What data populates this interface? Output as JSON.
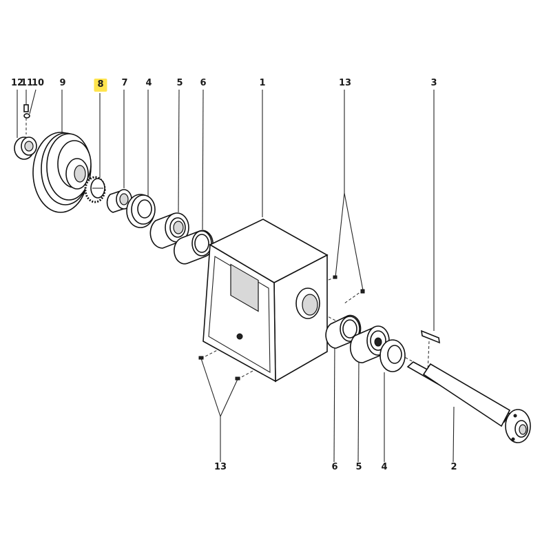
{
  "diagram": {
    "type": "exploded-parts-diagram",
    "subject": "gearbox housing assembly with pulley, gear, bearings and shaft",
    "highlight_color": "#ffe44d",
    "highlighted_label": "8",
    "callouts": [
      {
        "id": "12",
        "label": "12",
        "part": "nut"
      },
      {
        "id": "11",
        "label": "11",
        "part": "grease-nipple"
      },
      {
        "id": "10",
        "label": "10",
        "part": "washer"
      },
      {
        "id": "9",
        "label": "9",
        "part": "v-belt-pulley"
      },
      {
        "id": "8",
        "label": "8",
        "part": "gear-wheel",
        "highlighted": true
      },
      {
        "id": "7",
        "label": "7",
        "part": "spacer-bushing"
      },
      {
        "id": "4a",
        "label": "4",
        "part": "seal-ring"
      },
      {
        "id": "5a",
        "label": "5",
        "part": "roller-bearing"
      },
      {
        "id": "6a",
        "label": "6",
        "part": "bearing-ring"
      },
      {
        "id": "1",
        "label": "1",
        "part": "gearbox-housing"
      },
      {
        "id": "13a",
        "label": "13",
        "part": "screws-top"
      },
      {
        "id": "3",
        "label": "3",
        "part": "key"
      },
      {
        "id": "13b",
        "label": "13",
        "part": "screws-bottom"
      },
      {
        "id": "6b",
        "label": "6",
        "part": "bearing-ring"
      },
      {
        "id": "5b",
        "label": "5",
        "part": "roller-bearing"
      },
      {
        "id": "4b",
        "label": "4",
        "part": "seal-ring"
      },
      {
        "id": "2",
        "label": "2",
        "part": "shaft-with-flange"
      }
    ]
  }
}
